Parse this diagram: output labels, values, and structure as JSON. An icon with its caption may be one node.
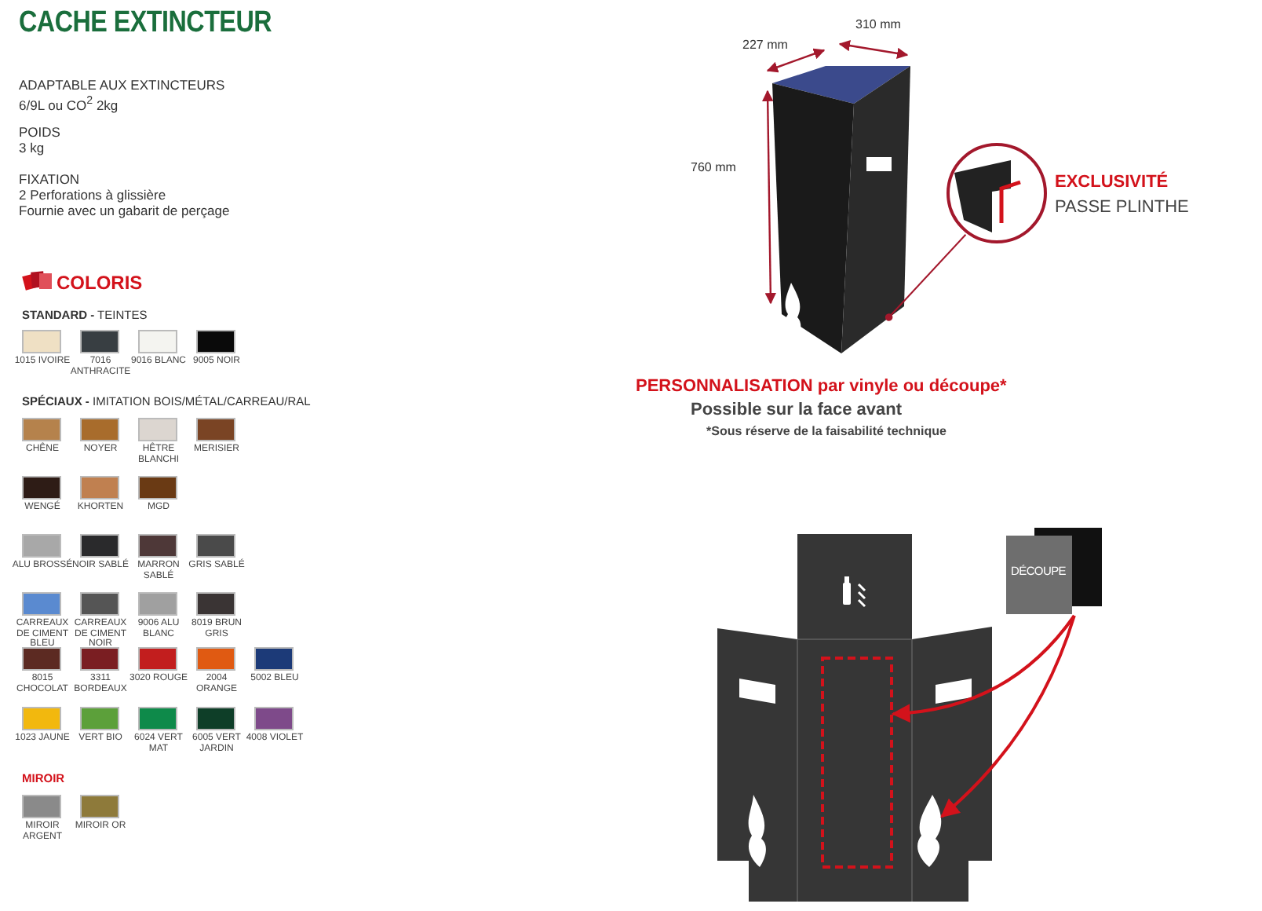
{
  "diagram": {
    "title": "CACHE EXTINCTEUR",
    "nodes": [
      {
        "text": [],
        "shape": "picture"
      },
      {
        "text": [],
        "shape": "picture",
        "beside": [
          "EXCLUSIVITÉ",
          "PASSE PLINTHE"
        ]
      },
      {
        "text": [
          "DÉCOUPE"
        ]
      },
      {
        "text": [],
        "shape": "picture"
      },
      {
        "text": [],
        "shape": "box",
        "in": 3
      },
      {
        "text": [],
        "shape": "picture",
        "in": 3
      }
    ],
    "edges": [
      {
        "from": 1,
        "to": 0,
        "arrow": "other",
        "color": "#a3182c"
      },
      {
        "from": 2,
        "to": 4,
        "arrow": "to",
        "color": "#d3121b"
      },
      {
        "from": 2,
        "to": 5,
        "arrow": "to",
        "color": "#d3121b"
      }
    ],
    "labels": [
      "ADAPTABLE AUX EXTINCTEURS",
      "6/9L ou CO$^{2}$ 2kg",
      "POIDS",
      "3 kg",
      "FIXATION",
      "2 Perforations à glissière",
      "Fournie avec un gabarit de perçage",
      "COLORIS",
      "**STANDARD -** TEINTES",
      "**SPÉCIAUX -** IMITATION BOIS/MÉTAL/CARREAU/RAL",
      "MIROIR",
      "227 mm",
      "310 mm",
      "760 mm",
      "PERSONNALISATION par vinyle ou découpe*",
      "Possible sur la face avant",
      "*Sous réserve de la faisabilité technique"
    ],
    "legend": [
      {
        "text": "1015 IVOIRE",
        "color": "#efe0c4"
      },
      {
        "text": "7016 ANTHRACITE",
        "color": "#383e42"
      },
      {
        "text": "9016 BLANC",
        "color": "#f4f4f0"
      },
      {
        "text": "9005 NOIR",
        "color": "#0a0a0a"
      },
      {
        "text": "CHÊNE",
        "color": "#b5824c"
      },
      {
        "text": "NOYER",
        "color": "#a86c2c"
      },
      {
        "text": "HÊTRE BLANCHI",
        "color": "#dcd6d0"
      },
      {
        "text": "MERISIER",
        "color": "#7a4424"
      },
      {
        "text": "WENGÉ",
        "color": "#2e1c16"
      },
      {
        "text": "KHORTEN",
        "color": "#c08050"
      },
      {
        "text": "MGD",
        "color": "#6a3a14"
      },
      {
        "text": "ALU BROSSÉ",
        "color": "#a8a8a8"
      },
      {
        "text": "NOIR SABLÉ",
        "color": "#2a2a2c"
      },
      {
        "text": "MARRON SABLÉ",
        "color": "#4e3838"
      },
      {
        "text": "GRIS SABLÉ",
        "color": "#4a4a4a"
      },
      {
        "text": "CARREAUX DE CIMENT BLEU",
        "color": "#5a8ad0"
      },
      {
        "text": "CARREAUX DE CIMENT NOIR",
        "color": "#555555"
      },
      {
        "text": "9006 ALU BLANC",
        "color": "#a0a0a0"
      },
      {
        "text": "8019 BRUN GRIS",
        "color": "#3a3434"
      },
      {
        "text": "8015 CHOCOLAT",
        "color": "#5c2a22"
      },
      {
        "text": "3311 BORDEAUX",
        "color": "#7a1e22"
      },
      {
        "text": "3020 ROUGE",
        "color": "#c21e1e"
      },
      {
        "text": "2004 ORANGE",
        "color": "#e05a12"
      },
      {
        "text": "5002 BLEU",
        "color": "#1c3a78"
      },
      {
        "text": "1023 JAUNE",
        "color": "#f2b80e"
      },
      {
        "text": "VERT BIO",
        "color": "#5ca03a"
      },
      {
        "text": "6024 VERT MAT",
        "color": "#0e8a4a"
      },
      {
        "text": "6005 VERT JARDIN",
        "color": "#0e3e28"
      },
      {
        "text": "4008 VIOLET",
        "color": "#7e4a8a"
      },
      {
        "text": "MIROIR ARGENT",
        "color": "#8a8a8a"
      },
      {
        "text": "MIROIR OR",
        "color": "#8e7a3a"
      }
    ]
  }
}
